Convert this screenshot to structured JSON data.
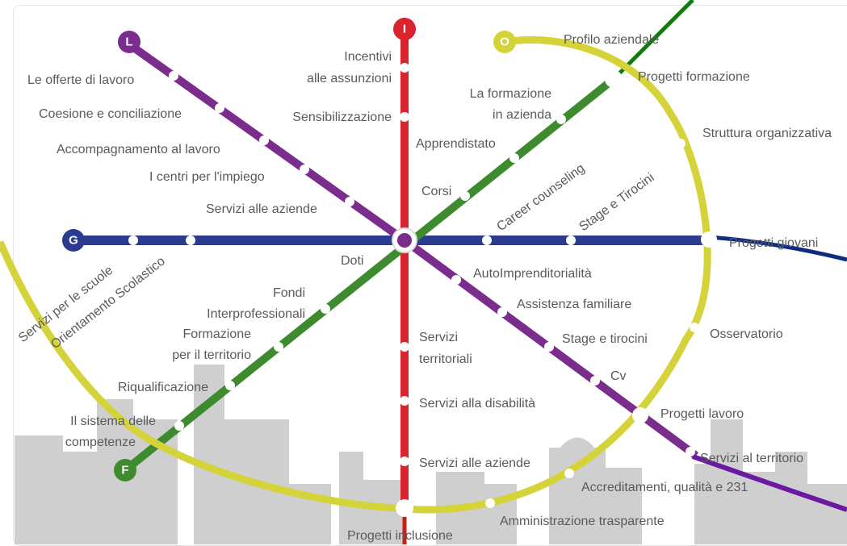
{
  "colors": {
    "line_L": "#7b2d8e",
    "line_I": "#d9232d",
    "line_O": "#d4d43a",
    "line_G": "#2b3c8f",
    "line_F": "#3e8a2e",
    "skyline": "#cfcfcf",
    "text": "#5a5a5a",
    "stop": "#ffffff"
  },
  "lines": {
    "L": {
      "badge": "L"
    },
    "I": {
      "badge": "I"
    },
    "O": {
      "badge": "O"
    },
    "G": {
      "badge": "G"
    },
    "F": {
      "badge": "F"
    }
  },
  "stations": {
    "l_offerte": "Le offerte di lavoro",
    "l_coesione": "Coesione e conciliazione",
    "l_accompagnamento": "Accompagnamento al lavoro",
    "l_centri": "I centri per l'impiego",
    "l_servizi_aziende": "Servizi alle aziende",
    "l_autoimpr": "AutoImprenditorialità",
    "l_assistenza": "Assistenza familiare",
    "l_stage": "Stage e tirocini",
    "l_cv": "Cv",
    "l_servizi_territorio": "Servizi al territorio",
    "i_incentivi_1": "Incentivi",
    "i_incentivi_2": "alle assunzioni",
    "i_sensibilizzazione": "Sensibilizzazione",
    "i_doti": "Doti",
    "i_servizi_terr_1": "Servizi",
    "i_servizi_terr_2": "territoriali",
    "i_disabilita": "Servizi alla disabilità",
    "i_servizi_aziende": "Servizi alle aziende",
    "i_inclusione": "Progetti inclusione",
    "o_profilo": "Profilo aziendale",
    "o_progetti_formazione": "Progetti formazione",
    "o_struttura": "Struttura organizzativa",
    "o_progetti_giovani": "Progetti giovani",
    "o_osservatorio": "Osservatorio",
    "o_progetti_lavoro": "Progetti lavoro",
    "o_accreditamenti": "Accreditamenti, qualità e 231",
    "o_amministrazione": "Amministrazione trasparente",
    "f_formazione_azienda_1": "La formazione",
    "f_formazione_azienda_2": "in azienda",
    "f_apprendistato": "Apprendistato",
    "f_corsi": "Corsi",
    "f_fondi_1": "Fondi",
    "f_fondi_2": "Interprofessionali",
    "f_formazione_terr_1": "Formazione",
    "f_formazione_terr_2": "per il territorio",
    "f_riqualificazione": "Riqualificazione",
    "f_sistema_1": "Il sistema delle",
    "f_sistema_2": "competenze",
    "g_career": "Career counseling",
    "g_stage": "Stage e Tirocini",
    "g_servizi_scuole": "Servizi per le scuole",
    "g_orientamento": "Orientamento Scolastico"
  }
}
